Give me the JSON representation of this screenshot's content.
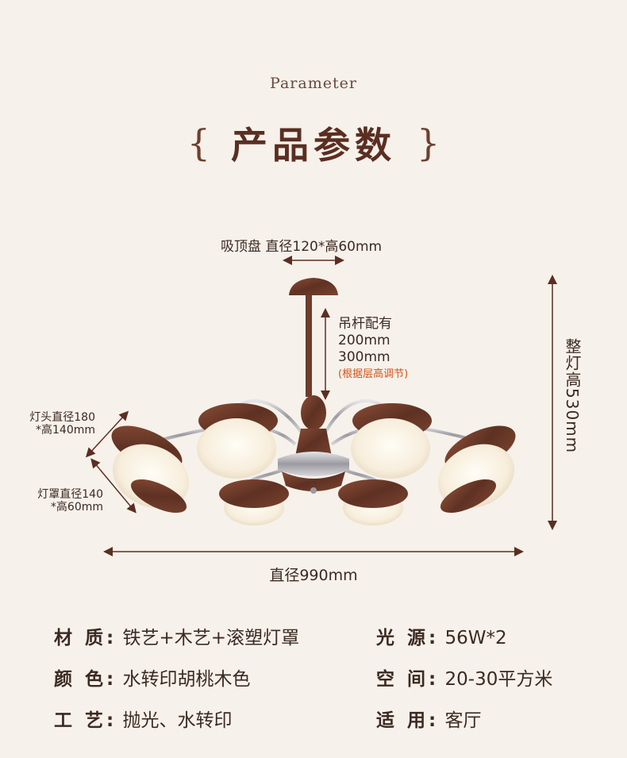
{
  "header": {
    "subtitle": "Parameter",
    "brace_left": "{",
    "brace_right": "}",
    "title": "产品参数"
  },
  "dimensions": {
    "canopy": "吸顶盘 直径120*高60mm",
    "rod_line1": "吊杆配有",
    "rod_line2": "200mm",
    "rod_line3": "300mm",
    "rod_note": "(根据层高调节)",
    "total_height": "整灯高530mm",
    "head_line1": "灯头直径180",
    "head_line2": "*高140mm",
    "shade_line1": "灯罩直径140",
    "shade_line2": "*高60mm",
    "diameter": "直径990mm"
  },
  "specs": [
    {
      "key": "材 质:",
      "value": "铁艺+木艺+滚塑灯罩"
    },
    {
      "key": "光 源:",
      "value": "56W*2"
    },
    {
      "key": "颜 色:",
      "value": "水转印胡桃木色"
    },
    {
      "key": "空 间:",
      "value": "20-30平方米"
    },
    {
      "key": "工 艺:",
      "value": "抛光、水转印"
    },
    {
      "key": "适 用:",
      "value": "客厅"
    }
  ],
  "colors": {
    "background": "#f6f1ea",
    "title": "#5b2e22",
    "wood": "#6b3a2a",
    "shade": "#fbf4e6",
    "chrome": "#b8b8bc",
    "note": "#d1531a"
  }
}
